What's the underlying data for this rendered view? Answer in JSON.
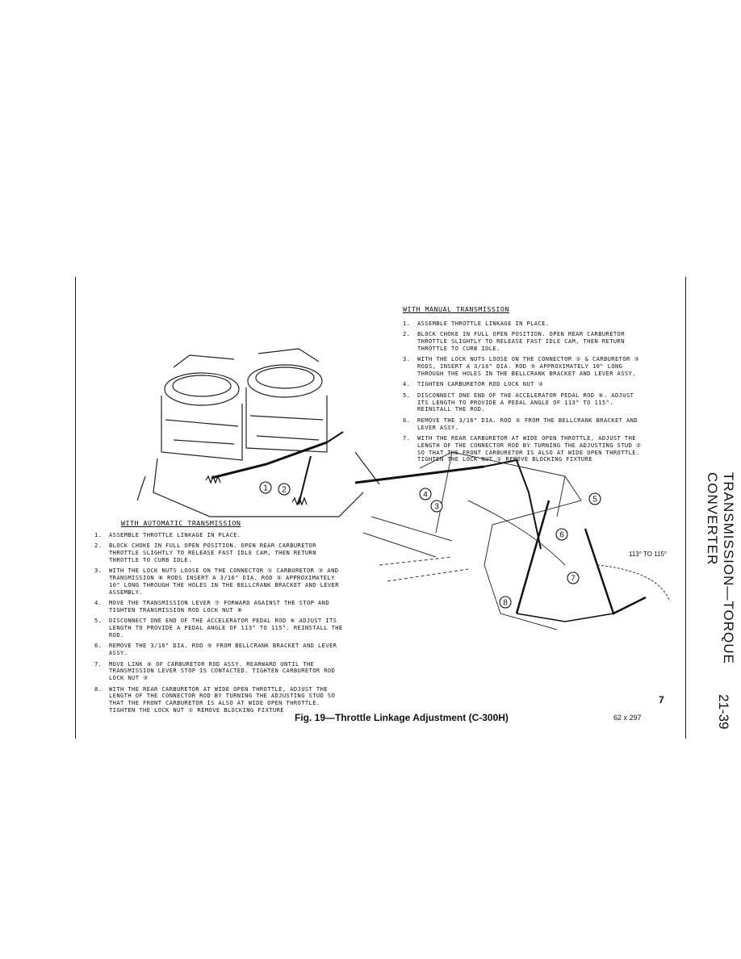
{
  "side_header": {
    "title": "TRANSMISSION—TORQUE CONVERTER",
    "page": "21-39"
  },
  "manual": {
    "heading": "WITH MANUAL TRANSMISSION",
    "steps": [
      {
        "num": "1.",
        "text": "ASSEMBLE THROTTLE LINKAGE IN PLACE."
      },
      {
        "num": "2.",
        "text": "BLOCK CHOKE IN FULL OPEN POSITION. OPEN REAR CARBURETOR THROTTLE SLIGHTLY TO RELEASE FAST IDLE CAM, THEN RETURN THROTTLE TO CURB IDLE."
      },
      {
        "num": "3.",
        "text": "WITH THE LOCK NUTS LOOSE ON THE CONNECTOR ① & CARBURETOR ③ RODS, INSERT A 3/16\" DIA. ROD ⑤ APPROXIMATELY 10\" LONG THROUGH THE HOLES IN THE BELLCRANK BRACKET AND LEVER ASSY."
      },
      {
        "num": "4.",
        "text": "TIGHTEN CARBURETOR ROD LOCK NUT ③"
      },
      {
        "num": "5.",
        "text": "DISCONNECT ONE END OF THE ACCELERATOR PEDAL ROD ⑥. ADJUST ITS LENGTH TO PROVIDE A PEDAL ANGLE OF 113° TO 115°. REINSTALL THE ROD."
      },
      {
        "num": "6.",
        "text": "REMOVE THE 3/16\" DIA. ROD ⑤ FROM THE BELLCRANK BRACKET AND LEVER ASSY."
      },
      {
        "num": "7.",
        "text": "WITH THE REAR CARBURETOR AT WIDE OPEN THROTTLE, ADJUST THE LENGTH OF THE CONNECTOR ROD BY TURNING THE ADJUSTING STUD ② SO THAT THE FRONT CARBURETOR IS ALSO AT WIDE OPEN THROTTLE. TIGHTEN THE LOCK NUT ① REMOVE BLOCKING FIXTURE"
      }
    ]
  },
  "automatic": {
    "heading": "WITH AUTOMATIC TRANSMISSION",
    "steps": [
      {
        "num": "1.",
        "text": "ASSEMBLE THROTTLE LINKAGE IN PLACE."
      },
      {
        "num": "2.",
        "text": "BLOCK CHOKE IN FULL OPEN POSITION. OPEN REAR CARBURETOR THROTTLE SLIGHTLY TO RELEASE FAST IDLE CAM, THEN RETURN THROTTLE TO CURB IDLE."
      },
      {
        "num": "3.",
        "text": "WITH THE LOCK NUTS LOOSE ON THE CONNECTOR ① CARBURETOR ③ AND TRANSMISSION ⑧ RODS INSERT A 3/16\" DIA. ROD ⑤ APPROXIMATELY 10\" LONG THROUGH THE HOLES IN THE BELLCRANK BRACKET AND LEVER ASSEMBLY."
      },
      {
        "num": "4.",
        "text": "MOVE THE TRANSMISSION LEVER ⑦ FORWARD AGAINST THE STOP AND TIGHTEN TRANSMISSION ROD LOCK NUT ⑧"
      },
      {
        "num": "5.",
        "text": "DISCONNECT ONE END OF THE ACCELERATOR PEDAL ROD ⑥ ADJUST ITS LENGTH TO PROVIDE A PEDAL ANGLE OF 113° TO 115°. REINSTALL THE ROD."
      },
      {
        "num": "6.",
        "text": "REMOVE THE 3/16\" DIA. ROD ⑤ FROM BELLCRANK BRACKET AND LEVER ASSY."
      },
      {
        "num": "7.",
        "text": "MOVE LINK ④ OF CARBURETOR ROD ASSY. REARWARD UNTIL THE TRANSMISSION LEVER STOP IS CONTACTED. TIGHTEN CARBURETOR ROD LOCK NUT ③"
      },
      {
        "num": "8.",
        "text": "WITH THE REAR CARBURETOR AT WIDE OPEN THROTTLE, ADJUST THE LENGTH OF THE CONNECTOR ROD BY TURNING THE ADJUSTING STUD SO THAT THE FRONT CARBURETOR IS ALSO AT WIDE OPEN THROTTLE. TIGHTEN THE LOCK NUT ① REMOVE BLOCKING FIXTURE"
      }
    ]
  },
  "diagram": {
    "angle_label": "113° TO 115°",
    "callouts": [
      "1",
      "2",
      "3",
      "4",
      "5",
      "6",
      "7",
      "8"
    ]
  },
  "caption": "Fig. 19—Throttle Linkage Adjustment (C-300H)",
  "figure_number": "7",
  "negative_code": "62 x 297"
}
